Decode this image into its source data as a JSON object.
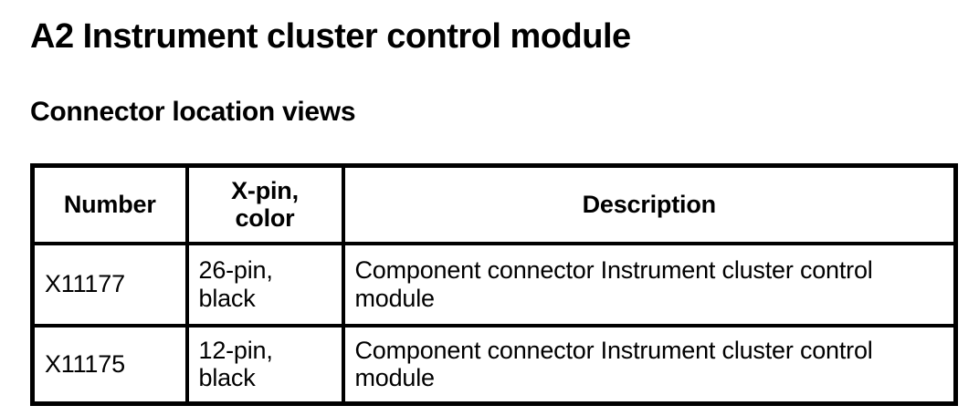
{
  "page": {
    "title": "A2 Instrument cluster control module",
    "subtitle": "Connector location views"
  },
  "table": {
    "headers": {
      "number": "Number",
      "pin_color": "X-pin,\ncolor",
      "description": "Description"
    },
    "rows": [
      {
        "number": "X11177",
        "pin_color": "26-pin,\nblack",
        "description": "Component connector Instrument cluster control module"
      },
      {
        "number": "X11175",
        "pin_color": "12-pin,\nblack",
        "description": "Component connector Instrument cluster control module"
      }
    ]
  }
}
